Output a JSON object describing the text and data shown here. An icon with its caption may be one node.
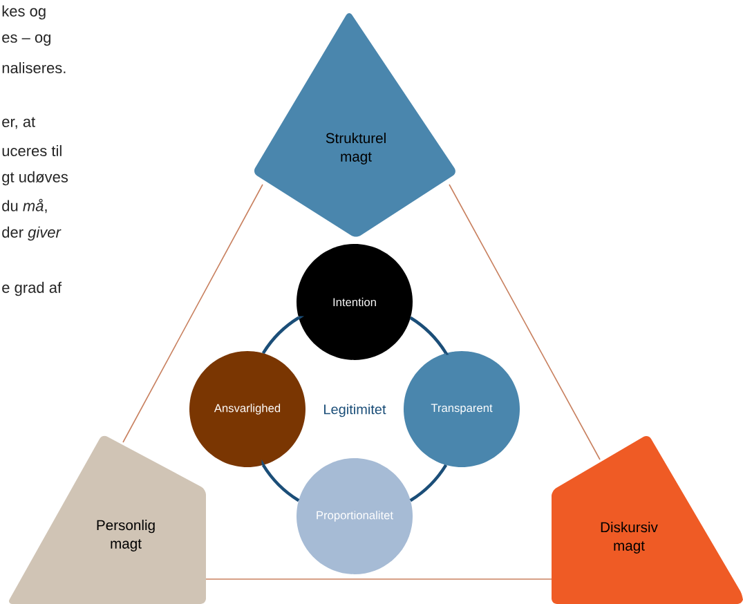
{
  "diagram": {
    "nodes": [
      {
        "text": [
          "Strukturel magt"
        ]
      },
      {
        "text": [
          "Intention"
        ]
      },
      {
        "text": [
          "Ansvarlighed"
        ]
      },
      {
        "text": [
          "Transparent"
        ]
      },
      {
        "text": [
          "Proportionalitet"
        ]
      },
      {
        "text": [
          "Personlig magt"
        ]
      },
      {
        "text": [
          "Diskursiv magt"
        ]
      }
    ],
    "edges": [
      {
        "from": 0,
        "to": 5,
        "arrow": "none",
        "color": "#c8805f"
      },
      {
        "from": 0,
        "to": 6,
        "arrow": "none",
        "color": "#c8805f"
      },
      {
        "from": 5,
        "to": 6,
        "arrow": "none",
        "color": "#c8805f"
      },
      {
        "from": 1,
        "to": 3,
        "arrow": "none"
      },
      {
        "from": 3,
        "to": 4,
        "arrow": "none"
      },
      {
        "from": 4,
        "to": 2,
        "arrow": "none"
      },
      {
        "from": 2,
        "to": 1,
        "arrow": "none"
      }
    ],
    "labels": [
      "kes og",
      "es – og",
      "naliseres.",
      "er, at",
      "uceres til",
      "gt udøves",
      "du *må*,",
      "der *giver*",
      "e grad af",
      "Legitimitet"
    ]
  }
}
